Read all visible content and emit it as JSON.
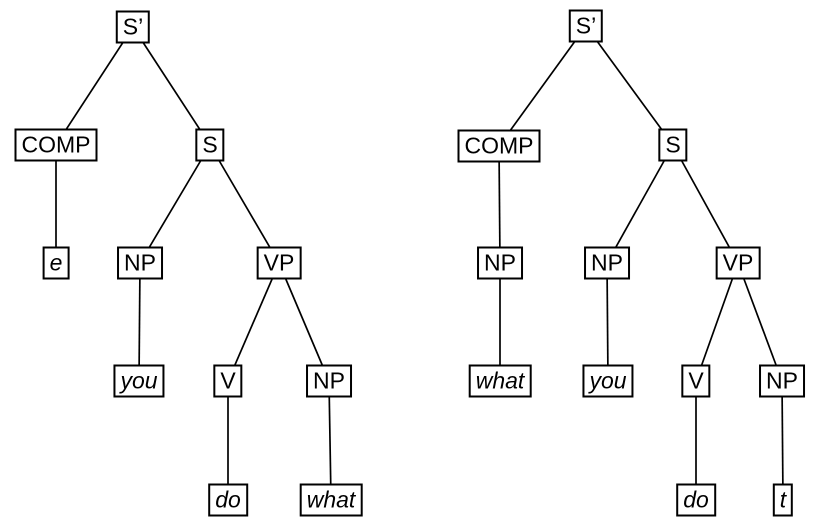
{
  "colors": {
    "ink": "#000000",
    "background": "#ffffff"
  },
  "trees": [
    {
      "id": "left",
      "nodes": {
        "s_bar": "S’",
        "comp": "COMP",
        "s": "S",
        "e": "e",
        "np_subj": "NP",
        "vp": "VP",
        "you": "you",
        "v": "V",
        "np_obj": "NP",
        "do": "do",
        "what": "what"
      },
      "leaves": [
        "e",
        "you",
        "do",
        "what"
      ],
      "edges": [
        [
          "s_bar",
          "comp"
        ],
        [
          "s_bar",
          "s"
        ],
        [
          "comp",
          "e"
        ],
        [
          "s",
          "np_subj"
        ],
        [
          "s",
          "vp"
        ],
        [
          "np_subj",
          "you"
        ],
        [
          "vp",
          "v"
        ],
        [
          "vp",
          "np_obj"
        ],
        [
          "v",
          "do"
        ],
        [
          "np_obj",
          "what"
        ]
      ]
    },
    {
      "id": "right",
      "nodes": {
        "s_bar": "S’",
        "comp": "COMP",
        "s": "S",
        "np_comp": "NP",
        "np_subj": "NP",
        "vp": "VP",
        "what": "what",
        "you": "you",
        "v": "V",
        "np_obj": "NP",
        "do": "do",
        "t": "t"
      },
      "leaves": [
        "what",
        "you",
        "do",
        "t"
      ],
      "edges": [
        [
          "s_bar",
          "comp"
        ],
        [
          "s_bar",
          "s"
        ],
        [
          "comp",
          "np_comp"
        ],
        [
          "s",
          "np_subj"
        ],
        [
          "s",
          "vp"
        ],
        [
          "np_comp",
          "what"
        ],
        [
          "np_subj",
          "you"
        ],
        [
          "vp",
          "v"
        ],
        [
          "vp",
          "np_obj"
        ],
        [
          "v",
          "do"
        ],
        [
          "np_obj",
          "t"
        ]
      ]
    }
  ]
}
